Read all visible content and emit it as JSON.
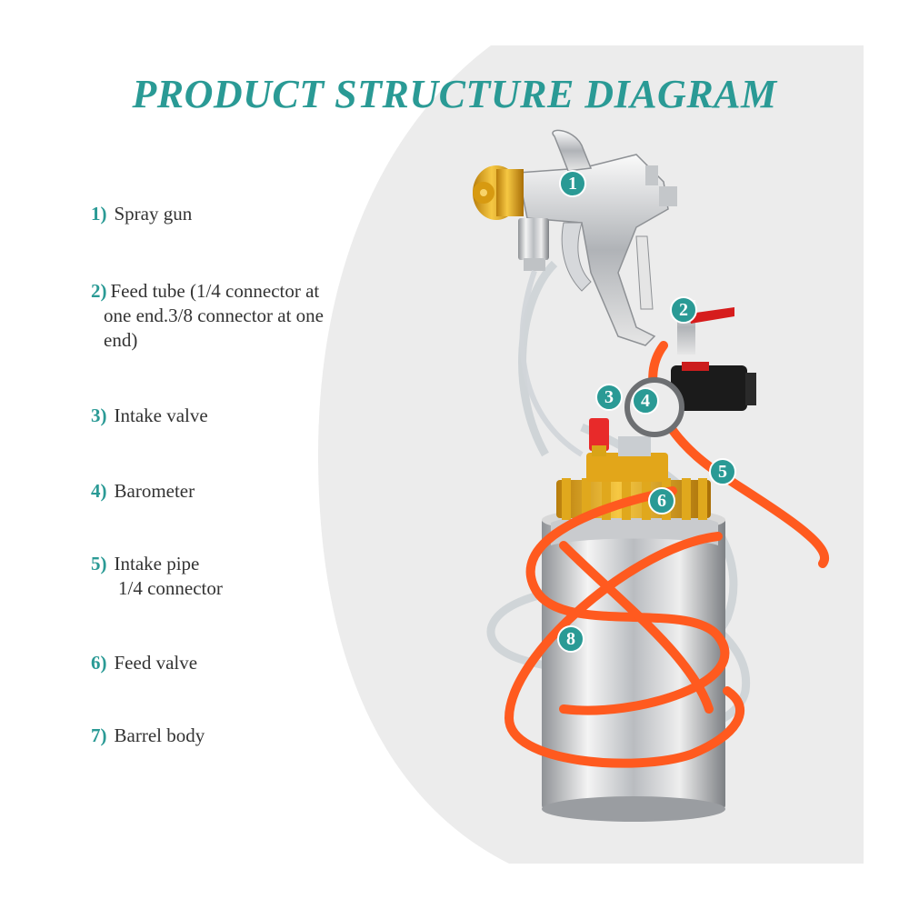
{
  "colors": {
    "accent": "#2a9a95",
    "panel": "#ececec",
    "hose_orange": "#ff5a1f",
    "brass": "#e8ad1c"
  },
  "title": "PRODUCT STRUCTURE DIAGRAM",
  "legend": [
    {
      "num": "1)",
      "text": "Spray gun",
      "text2": ""
    },
    {
      "num": "2)",
      "text": "Feed tube  (1/4 connector at",
      "text2": "one end.3/8 connector at one",
      "text3": "end)"
    },
    {
      "num": "3)",
      "text": "Intake valve",
      "text2": ""
    },
    {
      "num": "4)",
      "text": "Barometer",
      "text2": ""
    },
    {
      "num": "5)",
      "text": "Intake pipe",
      "text2": "1/4 connector"
    },
    {
      "num": "6)",
      "text": "Feed valve",
      "text2": ""
    },
    {
      "num": "7)",
      "text": "Barrel body",
      "text2": ""
    }
  ],
  "markers": [
    "1",
    "2",
    "3",
    "4",
    "5",
    "6",
    "8"
  ]
}
